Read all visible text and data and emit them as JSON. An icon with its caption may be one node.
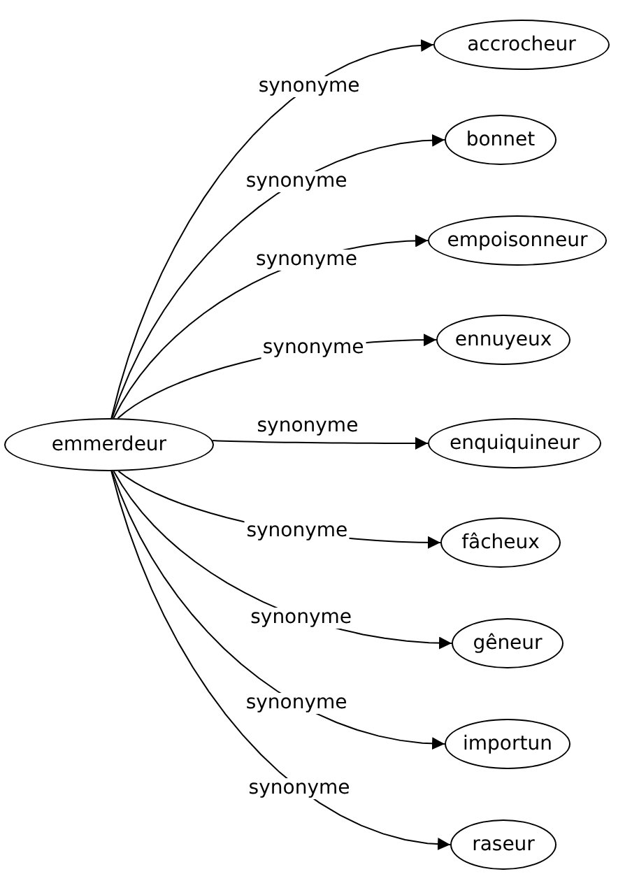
{
  "diagram": {
    "nodes": [
      {
        "text": [
          "emmerdeur"
        ]
      },
      {
        "text": [
          "accrocheur"
        ]
      },
      {
        "text": [
          "bonnet"
        ]
      },
      {
        "text": [
          "empoisonneur"
        ]
      },
      {
        "text": [
          "ennuyeux"
        ]
      },
      {
        "text": [
          "enquiquineur"
        ]
      },
      {
        "text": [
          "fâcheux"
        ]
      },
      {
        "text": [
          "gêneur"
        ]
      },
      {
        "text": [
          "importun"
        ]
      },
      {
        "text": [
          "raseur"
        ]
      }
    ],
    "edges": [
      {
        "from": 0,
        "to": 1,
        "arrow": "to",
        "label": "synonyme"
      },
      {
        "from": 0,
        "to": 2,
        "arrow": "to",
        "label": "synonyme"
      },
      {
        "from": 0,
        "to": 3,
        "arrow": "to",
        "label": "synonyme"
      },
      {
        "from": 0,
        "to": 4,
        "arrow": "to",
        "label": "synonyme"
      },
      {
        "from": 0,
        "to": 5,
        "arrow": "to",
        "label": "synonyme"
      },
      {
        "from": 0,
        "to": 6,
        "arrow": "to",
        "label": "synonyme"
      },
      {
        "from": 0,
        "to": 7,
        "arrow": "to",
        "label": "synonyme"
      },
      {
        "from": 0,
        "to": 8,
        "arrow": "to",
        "label": "synonyme"
      },
      {
        "from": 0,
        "to": 9,
        "arrow": "to",
        "label": "synonyme"
      }
    ]
  }
}
